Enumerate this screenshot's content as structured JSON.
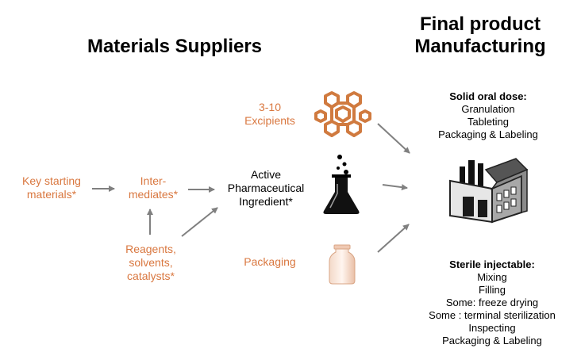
{
  "headings": {
    "suppliers": "Materials Suppliers",
    "final_line1": "Final product",
    "final_line2": "Manufacturing"
  },
  "nodes": {
    "key_starting": [
      "Key starting",
      "materials*"
    ],
    "intermediates": [
      "Inter-",
      "mediates*"
    ],
    "reagents": [
      "Reagents,",
      "solvents,",
      "catalysts*"
    ],
    "excipients": [
      "3-10",
      "Excipients"
    ],
    "api": [
      "Active",
      "Pharmaceutical",
      "Ingredient*"
    ],
    "packaging": "Packaging"
  },
  "solid_oral": {
    "title": "Solid oral dose:",
    "steps": [
      "Granulation",
      "Tableting",
      "Packaging & Labeling"
    ]
  },
  "sterile": {
    "title": "Sterile injectable:",
    "steps": [
      "Mixing",
      "Filling",
      "Some: freeze drying",
      "Some : terminal sterilization",
      "Inspecting",
      "Packaging & Labeling"
    ]
  },
  "colors": {
    "accent": "#d9773f",
    "arrow": "#808080",
    "text": "#000000"
  },
  "icons": [
    "molecule-icon",
    "flask-icon",
    "vial-icon",
    "factory-icon"
  ]
}
